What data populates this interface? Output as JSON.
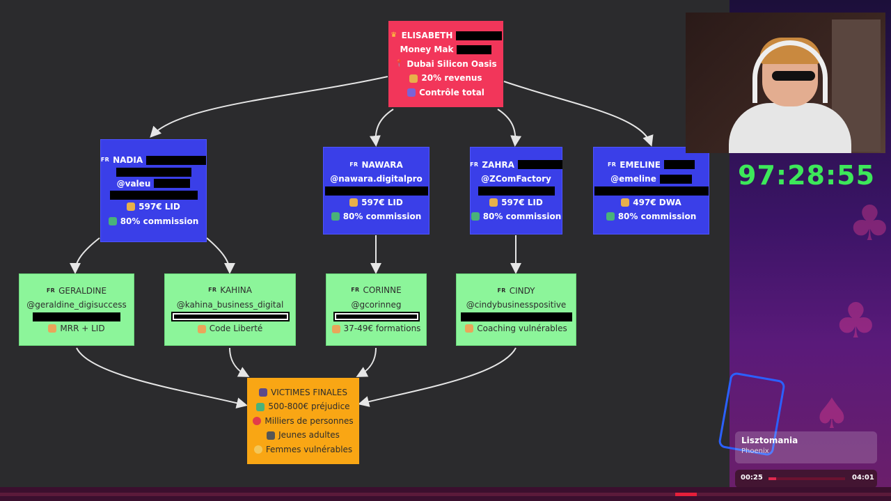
{
  "timer": "97:28:55",
  "top_node": {
    "title": "ELISABETH",
    "subtitle": "Money Mak",
    "location": "Dubai Silicon Oasis",
    "revenue": "20% revenus",
    "control": "Contrôle total"
  },
  "managers": [
    {
      "flag": "FR",
      "name": "NADIA",
      "handle": "@valeu",
      "offer": "597€ LID",
      "commission": "80% commission"
    },
    {
      "flag": "FR",
      "name": "NAWARA",
      "handle": "@nawara.digitalpro",
      "offer": "597€ LID",
      "commission": "80% commission"
    },
    {
      "flag": "FR",
      "name": "ZAHRA",
      "handle": "@ZComFactory",
      "offer": "597€ LID",
      "commission": "80% commission"
    },
    {
      "flag": "FR",
      "name": "EMELINE",
      "handle": "@emeline",
      "offer": "497€ DWA",
      "commission": "80% commission"
    }
  ],
  "affiliates": [
    {
      "flag": "FR",
      "name": "GERALDINE",
      "handle": "@geraldine_digisuccess",
      "detail": "MRR + LID"
    },
    {
      "flag": "FR",
      "name": "KAHINA",
      "handle": "@kahina_business_digital",
      "detail": "Code Liberté"
    },
    {
      "flag": "FR",
      "name": "CORINNE",
      "handle": "@gcorinneg",
      "detail": "37-49€ formations"
    },
    {
      "flag": "FR",
      "name": "CINDY",
      "handle": "@cindybusinesspositive",
      "detail": "Coaching vulnérables"
    }
  ],
  "victims": {
    "title": "VICTIMES FINALES",
    "items": [
      "500-800€ préjudice",
      "Milliers de personnes",
      "Jeunes adultes",
      "Femmes vulnérables"
    ]
  },
  "now_playing": {
    "title": "Lisztomania",
    "artist": "Phoenix",
    "elapsed": "00:25",
    "duration": "04:01",
    "progress": 0.1
  },
  "video_progress": 0.76,
  "colors": {
    "top": "#f2365a",
    "manager": "#3a3fe8",
    "affiliate": "#8cf59a",
    "victims": "#f9a614",
    "timer": "#3de85a"
  }
}
